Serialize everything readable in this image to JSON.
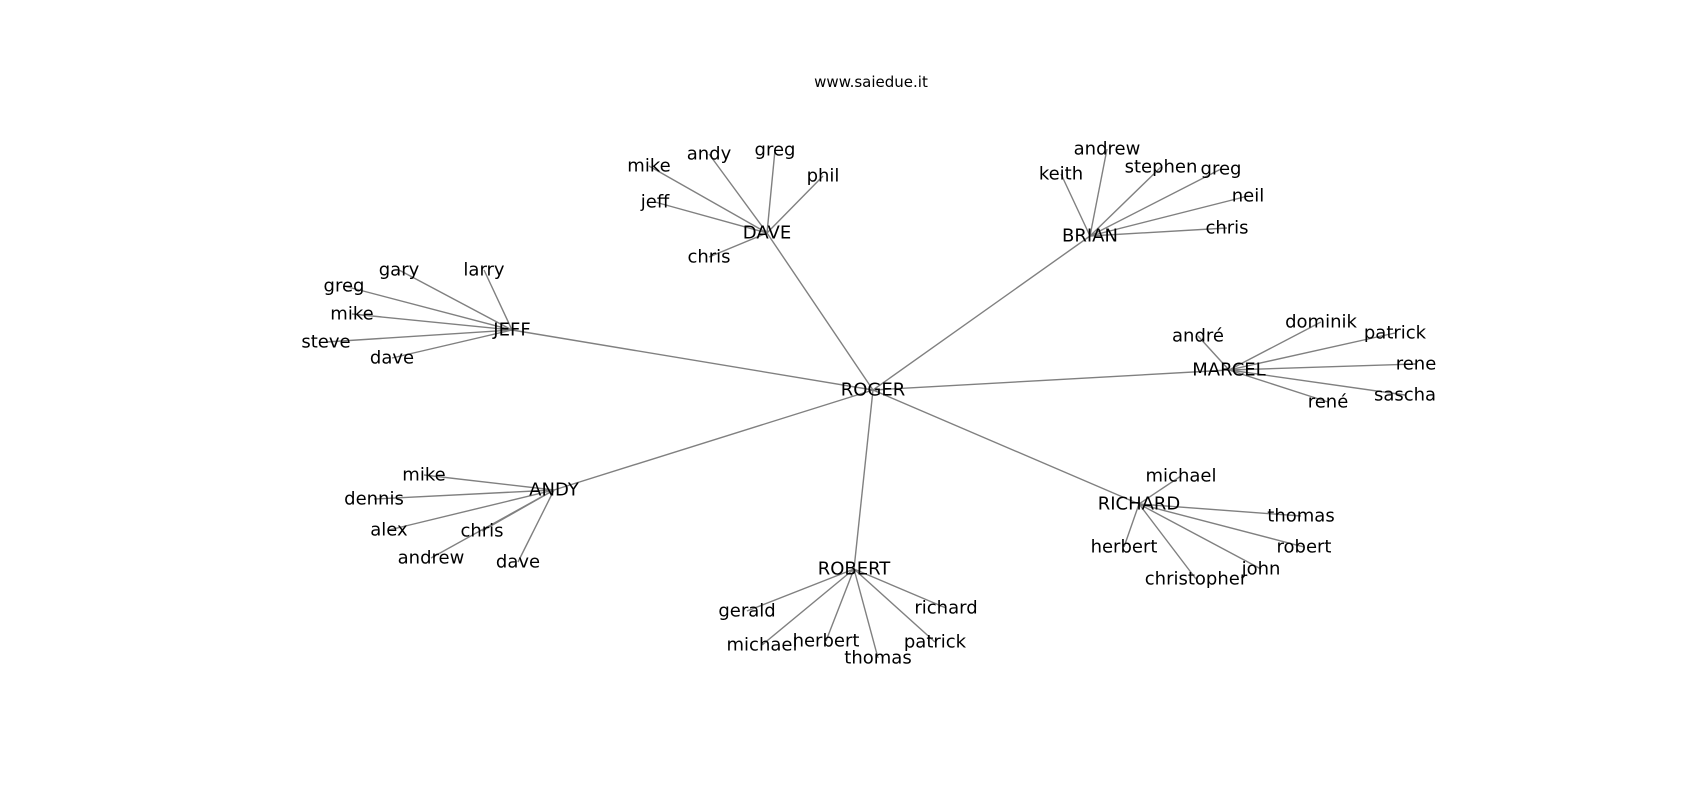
{
  "caption": "www.saiedue.it",
  "colors": {
    "edge": "#808080",
    "text": "#000000",
    "background": "#ffffff"
  },
  "graph": {
    "root": "ROGER",
    "groups": [
      {
        "hub": "DAVE",
        "leaves": [
          "mike",
          "andy",
          "greg",
          "phil",
          "jeff",
          "chris"
        ]
      },
      {
        "hub": "BRIAN",
        "leaves": [
          "keith",
          "andrew",
          "stephen",
          "greg",
          "neil",
          "chris"
        ]
      },
      {
        "hub": "JEFF",
        "leaves": [
          "gary",
          "larry",
          "greg",
          "mike",
          "steve",
          "dave"
        ]
      },
      {
        "hub": "MARCEL",
        "leaves": [
          "andré",
          "dominik",
          "patrick",
          "rene",
          "sascha",
          "rené"
        ]
      },
      {
        "hub": "ANDY",
        "leaves": [
          "mike",
          "dennis",
          "alex",
          "chris",
          "andrew",
          "dave"
        ]
      },
      {
        "hub": "RICHARD",
        "leaves": [
          "michael",
          "thomas",
          "robert",
          "herbert",
          "john",
          "christopher"
        ]
      },
      {
        "hub": "ROBERT",
        "leaves": [
          "gerald",
          "richard",
          "michael",
          "herbert",
          "patrick",
          "thomas"
        ]
      }
    ]
  }
}
